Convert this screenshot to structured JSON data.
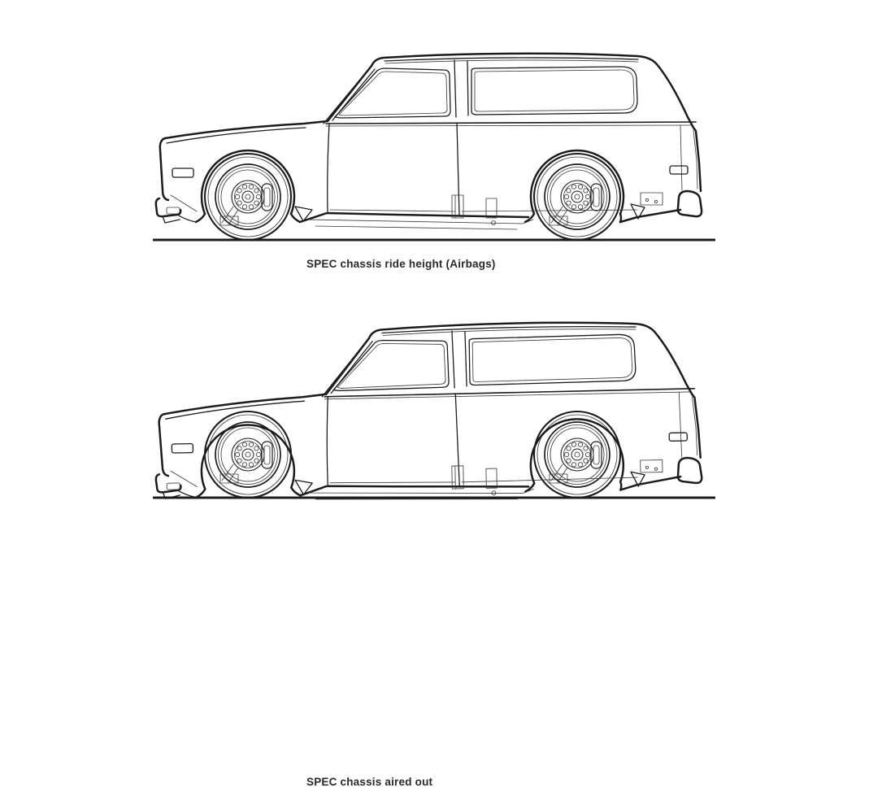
{
  "page": {
    "background_color": "#ffffff",
    "artwork_line_color": "#1c1c1c",
    "subject": "Side-view technical line drawings of a classic two-door SUV at two suspension heights"
  },
  "figures": [
    {
      "id": "ride-height",
      "caption": "SPEC chassis ride height (Airbags)"
    },
    {
      "id": "aired-out",
      "caption": "SPEC chassis aired out"
    }
  ]
}
